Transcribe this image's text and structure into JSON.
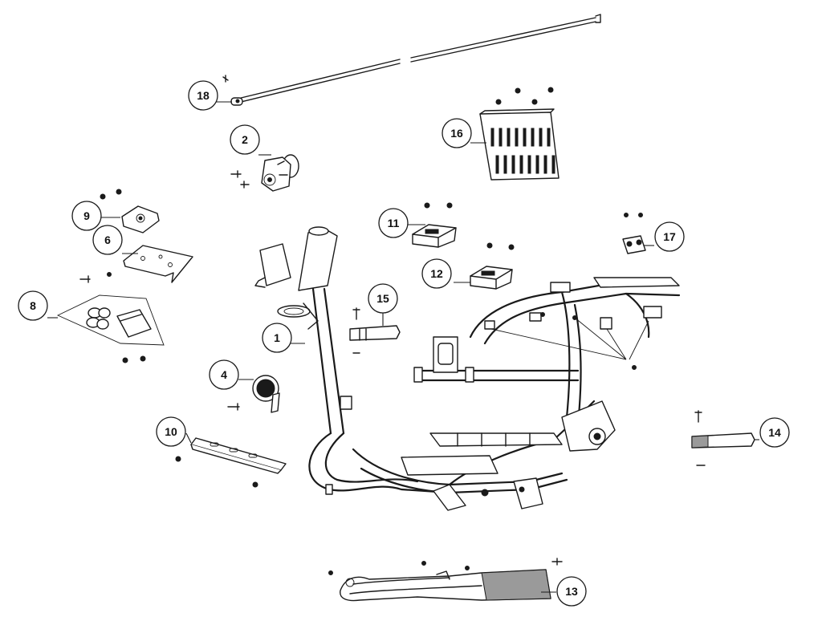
{
  "callouts": [
    {
      "id": "1",
      "part": "frame"
    },
    {
      "id": "2",
      "part": "lock-assembly"
    },
    {
      "id": "4",
      "part": "horn"
    },
    {
      "id": "6",
      "part": "mounting-plate"
    },
    {
      "id": "8",
      "part": "bushing-kit-and-module"
    },
    {
      "id": "9",
      "part": "small-bracket"
    },
    {
      "id": "10",
      "part": "bracket-strip"
    },
    {
      "id": "11",
      "part": "box-module"
    },
    {
      "id": "12",
      "part": "box-module"
    },
    {
      "id": "13",
      "part": "under-cover"
    },
    {
      "id": "14",
      "part": "grip-sleeve"
    },
    {
      "id": "15",
      "part": "grip-sleeve"
    },
    {
      "id": "16",
      "part": "grille-plate"
    },
    {
      "id": "17",
      "part": "bracket-assembly"
    },
    {
      "id": "18",
      "part": "rod"
    }
  ],
  "colors": {
    "line": "#1a1a1a",
    "background": "#ffffff",
    "shading": "#9a9a9a"
  }
}
